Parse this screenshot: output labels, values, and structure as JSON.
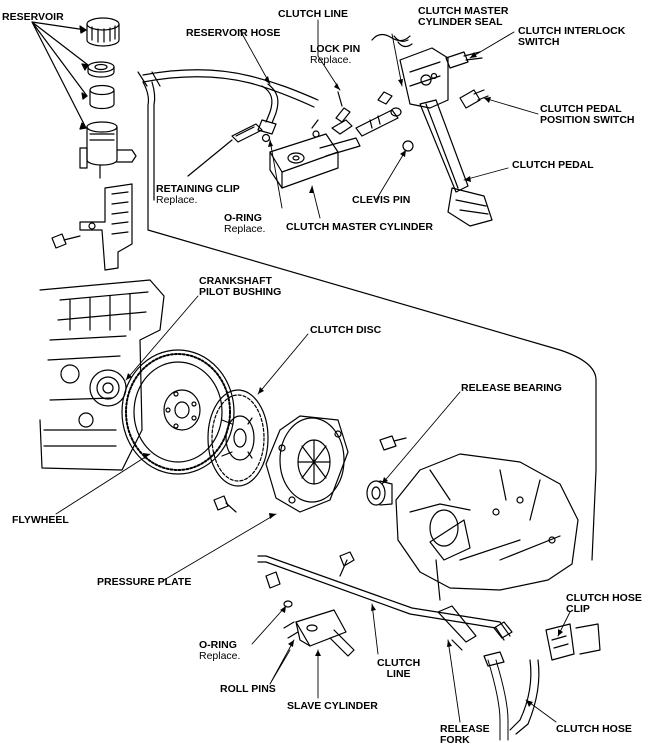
{
  "labels": {
    "reservoir": "RESERVOIR",
    "reservoir_hose": "RESERVOIR HOSE",
    "clutch_line_top": "CLUTCH LINE",
    "master_seal_l1": "CLUTCH MASTER",
    "master_seal_l2": "CYLINDER SEAL",
    "interlock_l1": "CLUTCH INTERLOCK",
    "interlock_l2": "SWITCH",
    "lock_pin": "LOCK PIN",
    "lock_pin_note": "Replace.",
    "position_l1": "CLUTCH PEDAL",
    "position_l2": "POSITION SWITCH",
    "clutch_pedal": "CLUTCH PEDAL",
    "retaining_clip": "RETAINING CLIP",
    "retaining_clip_note": "Replace.",
    "clevis_pin": "CLEVIS PIN",
    "oring_top": "O-RING",
    "oring_top_note": "Replace.",
    "master_cylinder": "CLUTCH MASTER CYLINDER",
    "crank_l1": "CRANKSHAFT",
    "crank_l2": "PILOT BUSHING",
    "clutch_disc": "CLUTCH DISC",
    "release_bearing": "RELEASE BEARING",
    "flywheel": "FLYWHEEL",
    "pressure_plate": "PRESSURE PLATE",
    "hose_clip_l1": "CLUTCH HOSE",
    "hose_clip_l2": "CLIP",
    "oring_bottom": "O-RING",
    "oring_bottom_note": "Replace.",
    "clutch_line_bottom_l1": "CLUTCH",
    "clutch_line_bottom_l2": "LINE",
    "roll_pins": "ROLL PINS",
    "slave_cylinder": "SLAVE CYLINDER",
    "release_fork_l1": "RELEASE",
    "release_fork_l2": "FORK",
    "clutch_hose": "CLUTCH HOSE"
  },
  "colors": {
    "ink": "#000000",
    "paper": "#ffffff"
  }
}
